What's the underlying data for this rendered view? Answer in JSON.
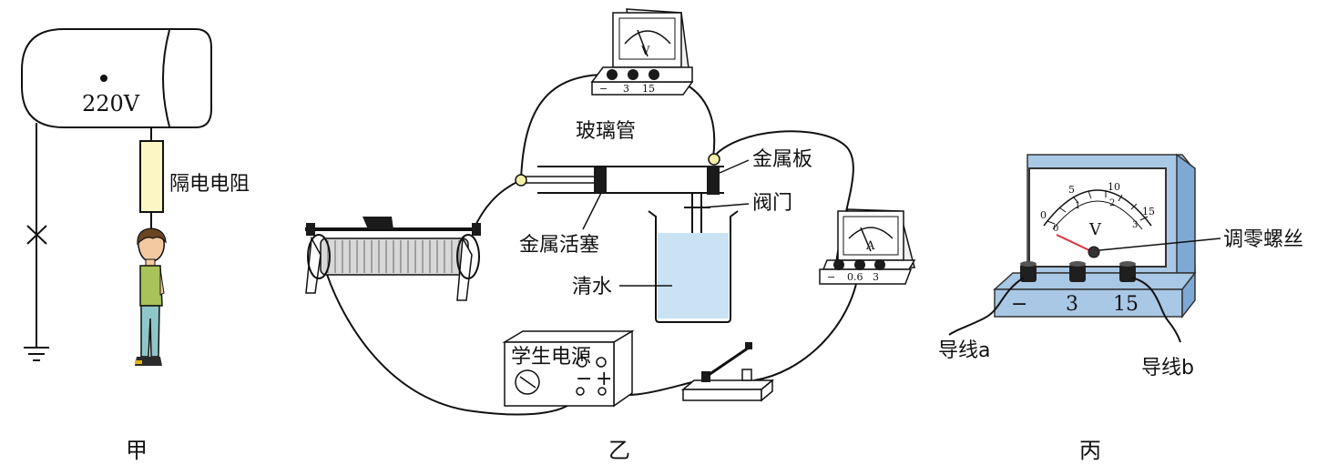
{
  "panel_jia": {
    "caption": "甲",
    "voltage_label": "220V",
    "resistor_label": "隔电电阻"
  },
  "panel_yi": {
    "caption": "乙",
    "glass_tube_label": "玻璃管",
    "metal_plate_label": "金属板",
    "valve_label": "阀门",
    "metal_piston_label": "金属活塞",
    "water_label": "清水",
    "power_supply_label": "学生电源",
    "power_minus": "−",
    "power_plus": "+",
    "voltmeter_symbol": "V",
    "voltmeter_terminals": [
      "−",
      "3",
      "15"
    ],
    "ammeter_symbol": "A",
    "ammeter_terminals": [
      "−",
      "0.6",
      "3"
    ]
  },
  "panel_bing": {
    "caption": "丙",
    "zero_screw_label": "调零螺丝",
    "wire_a_label": "导线a",
    "wire_b_label": "导线b",
    "meter_symbol": "V",
    "terminals": [
      "−",
      "3",
      "15"
    ],
    "scale_outer": [
      "0",
      "5",
      "10",
      "15"
    ],
    "scale_inner": [
      "0",
      "1",
      "2",
      "3"
    ]
  },
  "colors": {
    "meter_blue": "#a9c8e6",
    "meter_blue_dark": "#7ea9d4",
    "resistor_yellow": "#fbf6c4",
    "water_blue": "#c9e2f4",
    "shirt_green": "#a9c25a",
    "pants_blue": "#8fc6c9",
    "needle_red": "#e0303a"
  }
}
